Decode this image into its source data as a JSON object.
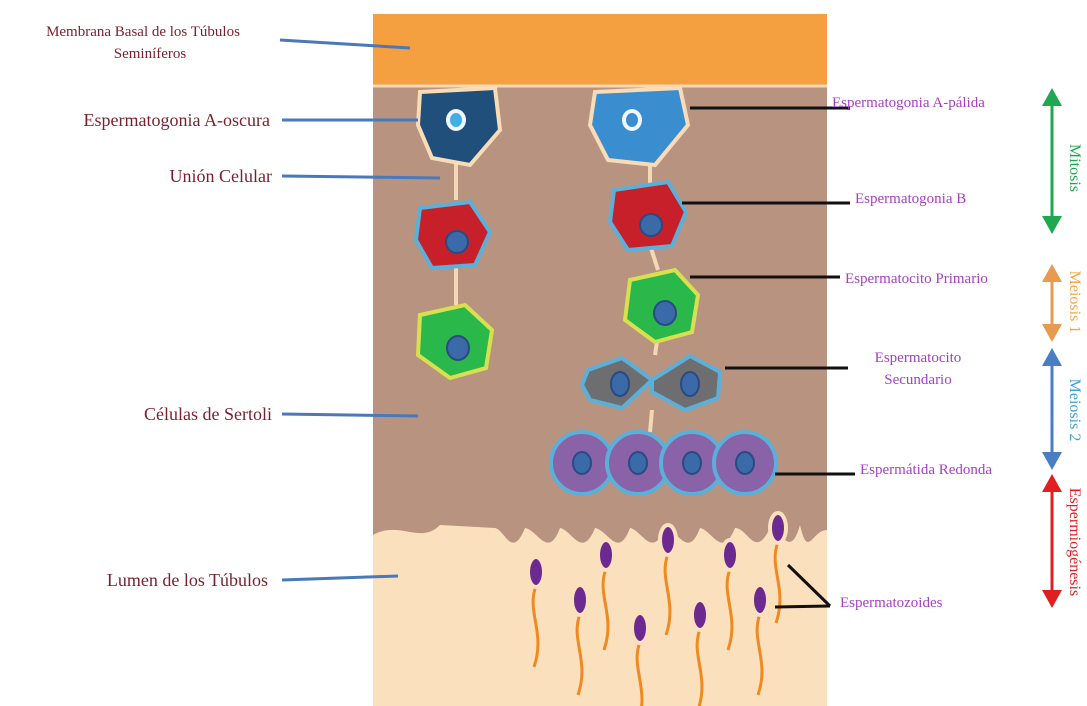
{
  "left_labels": {
    "basal_membrane_line1": "Membrana Basal de los Túbulos",
    "basal_membrane_line2": "Seminíferos",
    "dark_spermatogonia": "Espermatogonia A-oscura",
    "cell_junction": "Unión Celular",
    "sertoli": "Células de Sertoli",
    "lumen": "Lumen de los Túbulos"
  },
  "right_labels": {
    "pale_spermatogonia": "Espermatogonia A-pálida",
    "spermatogonia_b": "Espermatogonia B",
    "primary_spermatocyte": "Espermatocito Primario",
    "secondary_spermatocyte_line1": "Espermatocito",
    "secondary_spermatocyte_line2": "Secundario",
    "round_spermatid": "Espermátida Redonda",
    "spermatozoa": "Espermatozoides"
  },
  "phases": [
    {
      "label": "Mitosis",
      "color": "#1fa84f"
    },
    {
      "label": "Meiosis 1",
      "color": "#f0a848"
    },
    {
      "label": "Meiosis 2",
      "color": "#3fa0d8"
    },
    {
      "label": "Espermiogénesis",
      "color": "#e02020"
    }
  ],
  "colors": {
    "membrane": "#f5a040",
    "sertoli": "#b89480",
    "lumen": "#fbe0be",
    "dark_spermatogonia": "#1f4f7a",
    "pale_spermatogonia": "#3a8ed0",
    "spermatogonia_b": "#c8202a",
    "primary_spermatocyte": "#2bb84a",
    "secondary_spermatocyte": "#6e6e70",
    "round_spermatid": "#8a62a8",
    "spermatozoa_head": "#6c2a90",
    "spermatozoa_tail": "#f08a20",
    "arrow_meiosis1": "#e89a50",
    "arrow_meiosis2": "#4a7ec4"
  }
}
